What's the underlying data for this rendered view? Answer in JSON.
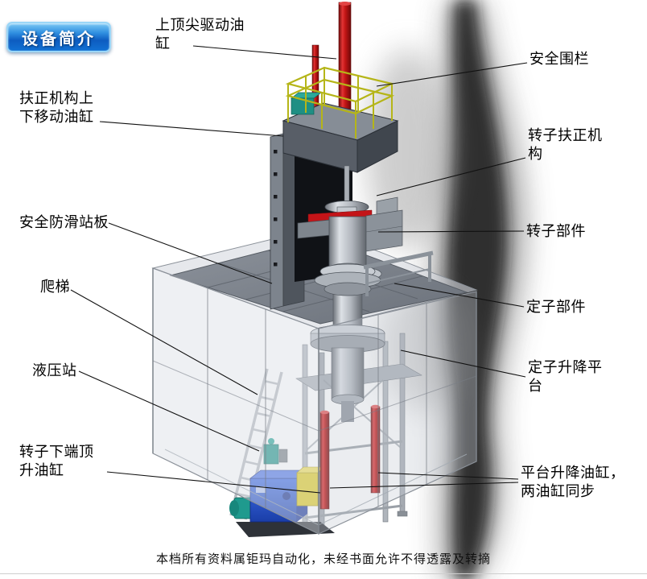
{
  "page": {
    "footer": "本档所有资料属钜玛自动化，未经书面允许不得透露及转摘"
  },
  "badge": {
    "label": "设备简介"
  },
  "labels": {
    "top_drive_cylinder": "上顶尖驱动油缸",
    "safety_fence": "安全围栏",
    "centering_move_cylinder": "扶正机构上下移动油缸",
    "rotor_centering_mechanism": "转子扶正机构",
    "antislip_platform": "安全防滑站板",
    "rotor_part": "转子部件",
    "ladder": "爬梯",
    "stator_part": "定子部件",
    "hydraulic_station": "液压站",
    "stator_lift_platform": "定子升降平台",
    "rotor_bottom_jack_cylinder": "转子下端顶升油缸",
    "platform_lift_cylinders": "平台升降油缸，两油缸同步"
  },
  "colors": {
    "railing_yellow": "#b5b518",
    "cylinder_red": "#c41418",
    "badge_blue": "#1272d4",
    "hydraulic_blue": "#2a56cc",
    "platform_gray": "#7f858e"
  }
}
